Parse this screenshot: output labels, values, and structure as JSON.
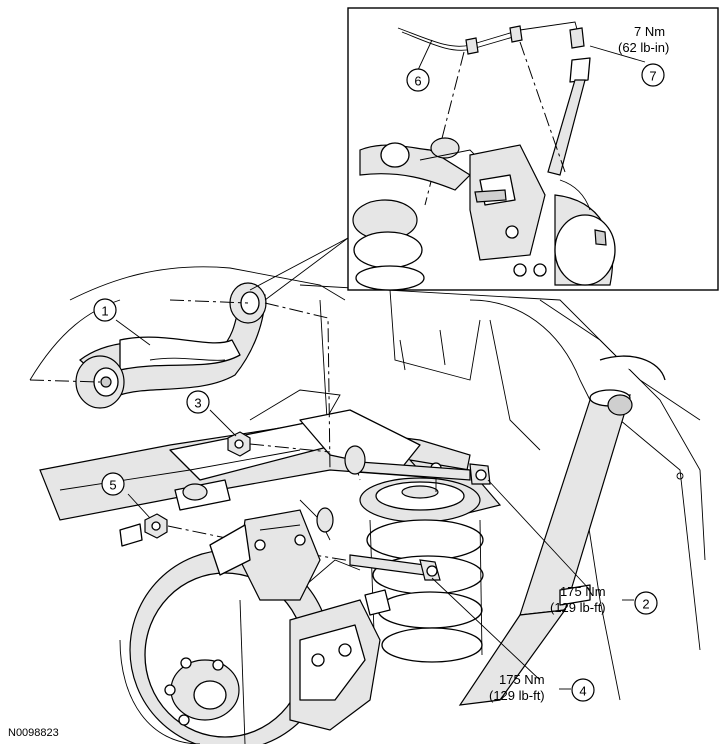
{
  "figure_id": "N0098823",
  "callouts": [
    {
      "number": "1"
    },
    {
      "number": "2",
      "torque_nm": "175 Nm",
      "torque_imperial": "(129 lb-ft)"
    },
    {
      "number": "3"
    },
    {
      "number": "4",
      "torque_nm": "175 Nm",
      "torque_imperial": "(129 lb-ft)"
    },
    {
      "number": "5"
    },
    {
      "number": "6"
    },
    {
      "number": "7",
      "torque_nm": "7 Nm",
      "torque_imperial": "(62 lb-in)"
    }
  ]
}
